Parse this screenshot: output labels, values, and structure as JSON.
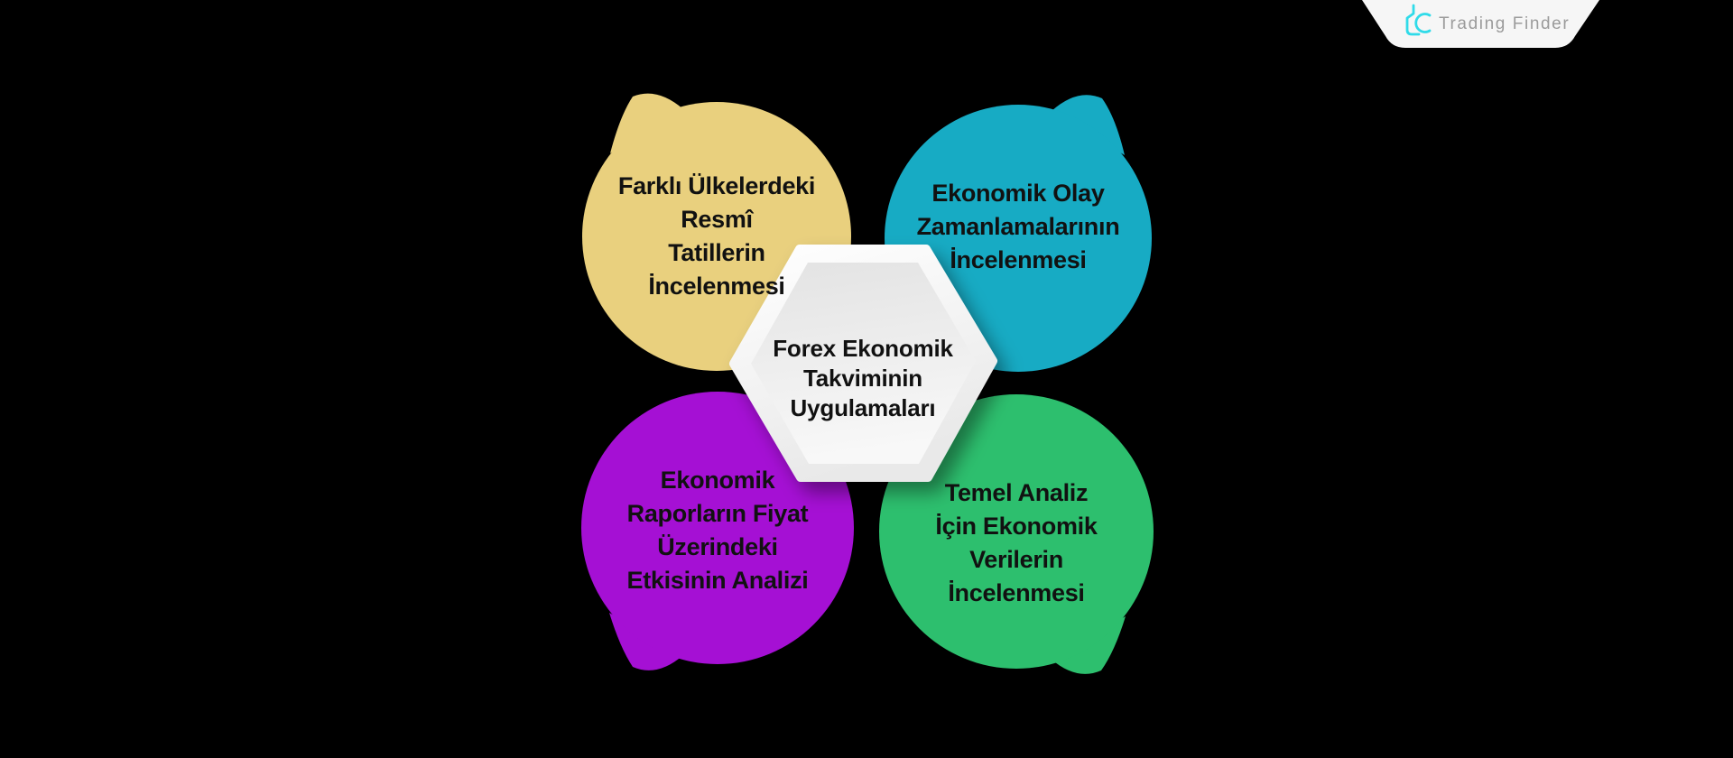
{
  "background_color": "#000000",
  "text_color": "#111111",
  "brand": {
    "name": "Trading Finder",
    "banner_color": "#f6f6f6",
    "logo_color": "#2fdbe9",
    "name_color": "#9b9b9b"
  },
  "center": {
    "shape": "hexagon",
    "lines": [
      "Forex Ekonomik",
      "Takviminin",
      "Uygulamaları"
    ],
    "rim_light": "#ffffff",
    "rim_dark": "#e9e9e9",
    "surface_top": "#e3e3e3",
    "surface_bottom": "#f8f8f8"
  },
  "bubbles": [
    {
      "id": "resmi-tatiller",
      "position": "top-left",
      "tail": "up-left",
      "color": "#e9d07e",
      "lines": [
        "Farklı Ülkelerdeki",
        "Resmî",
        "Tatillerin",
        "İncelenmesi"
      ]
    },
    {
      "id": "olay-zamanlamalari",
      "position": "top-right",
      "tail": "up-right",
      "color": "#17abc4",
      "lines": [
        "Ekonomik Olay",
        "Zamanlamalarının",
        "İncelenmesi"
      ]
    },
    {
      "id": "rapor-etkisi",
      "position": "bottom-left",
      "tail": "down-left",
      "color": "#a510d4",
      "lines": [
        "Ekonomik",
        "Raporların Fiyat",
        "Üzerindeki",
        "Etkisinin Analizi"
      ]
    },
    {
      "id": "temel-analiz-verileri",
      "position": "bottom-right",
      "tail": "down-right",
      "color": "#2dbf6e",
      "lines": [
        "Temel Analiz",
        "İçin Ekonomik",
        "Verilerin",
        "İncelenmesi"
      ]
    }
  ]
}
